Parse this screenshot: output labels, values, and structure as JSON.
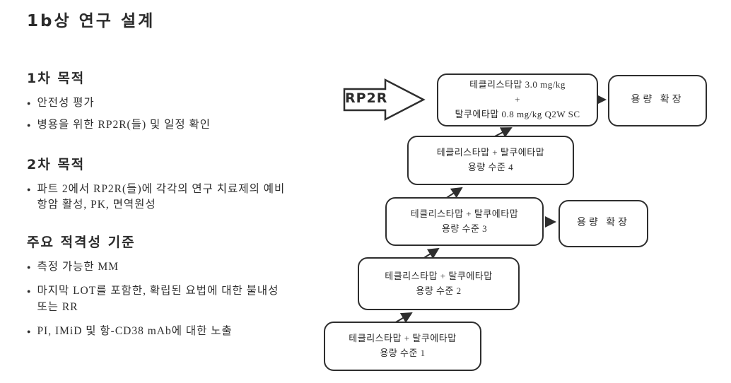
{
  "page": {
    "title": "1b상 연구 설계"
  },
  "icons": {
    "bullet": "●"
  },
  "colors": {
    "ink": "#2e2e2e",
    "background": "#ffffff"
  },
  "left_panel": {
    "sections": [
      {
        "heading": "1차 목적",
        "bullets": [
          "안전성  평가",
          "병용을 위한 RP2R(들) 및 일정 확인"
        ]
      },
      {
        "heading": "2차 목적",
        "bullets": [
          "파트 2에서 RP2R(들)에 각각의 연구 치료제의 예비 항암 활성, PK, 면역원성"
        ]
      },
      {
        "heading": "주요 적격성 기준",
        "bullets": [
          "측정 가능한 MM",
          "마지막 LOT를 포함한, 확립된 요법에 대한 불내성 또는 RR",
          "PI, IMiD 및 항-CD38 mAb에 대한 노출"
        ]
      }
    ]
  },
  "flowchart": {
    "entry_arrow_label": "RP2R",
    "rp2r_dose_box": {
      "lines": [
        "테클리스타맙 3.0 mg/kg",
        "+",
        "탈쿠에타맙 0.8 mg/kg Q2W SC"
      ]
    },
    "expansion_top_box": {
      "label": "용량 확장"
    },
    "level4_box": {
      "lines": [
        "테클리스타맙 + 탈쿠에타맙",
        "용량 수준 4"
      ]
    },
    "level3_box": {
      "lines": [
        "테클리스타맙 + 탈쿠에타맙",
        "용량 수준 3"
      ]
    },
    "expansion_mid_box": {
      "label": "용량 확장"
    },
    "level2_box": {
      "lines": [
        "테클리스타맙 + 탈쿠에타맙",
        "용량 수준 2"
      ]
    },
    "level1_box": {
      "lines": [
        "테클리스타맙 + 탈쿠에타맙",
        "용량 수준 1"
      ]
    }
  }
}
